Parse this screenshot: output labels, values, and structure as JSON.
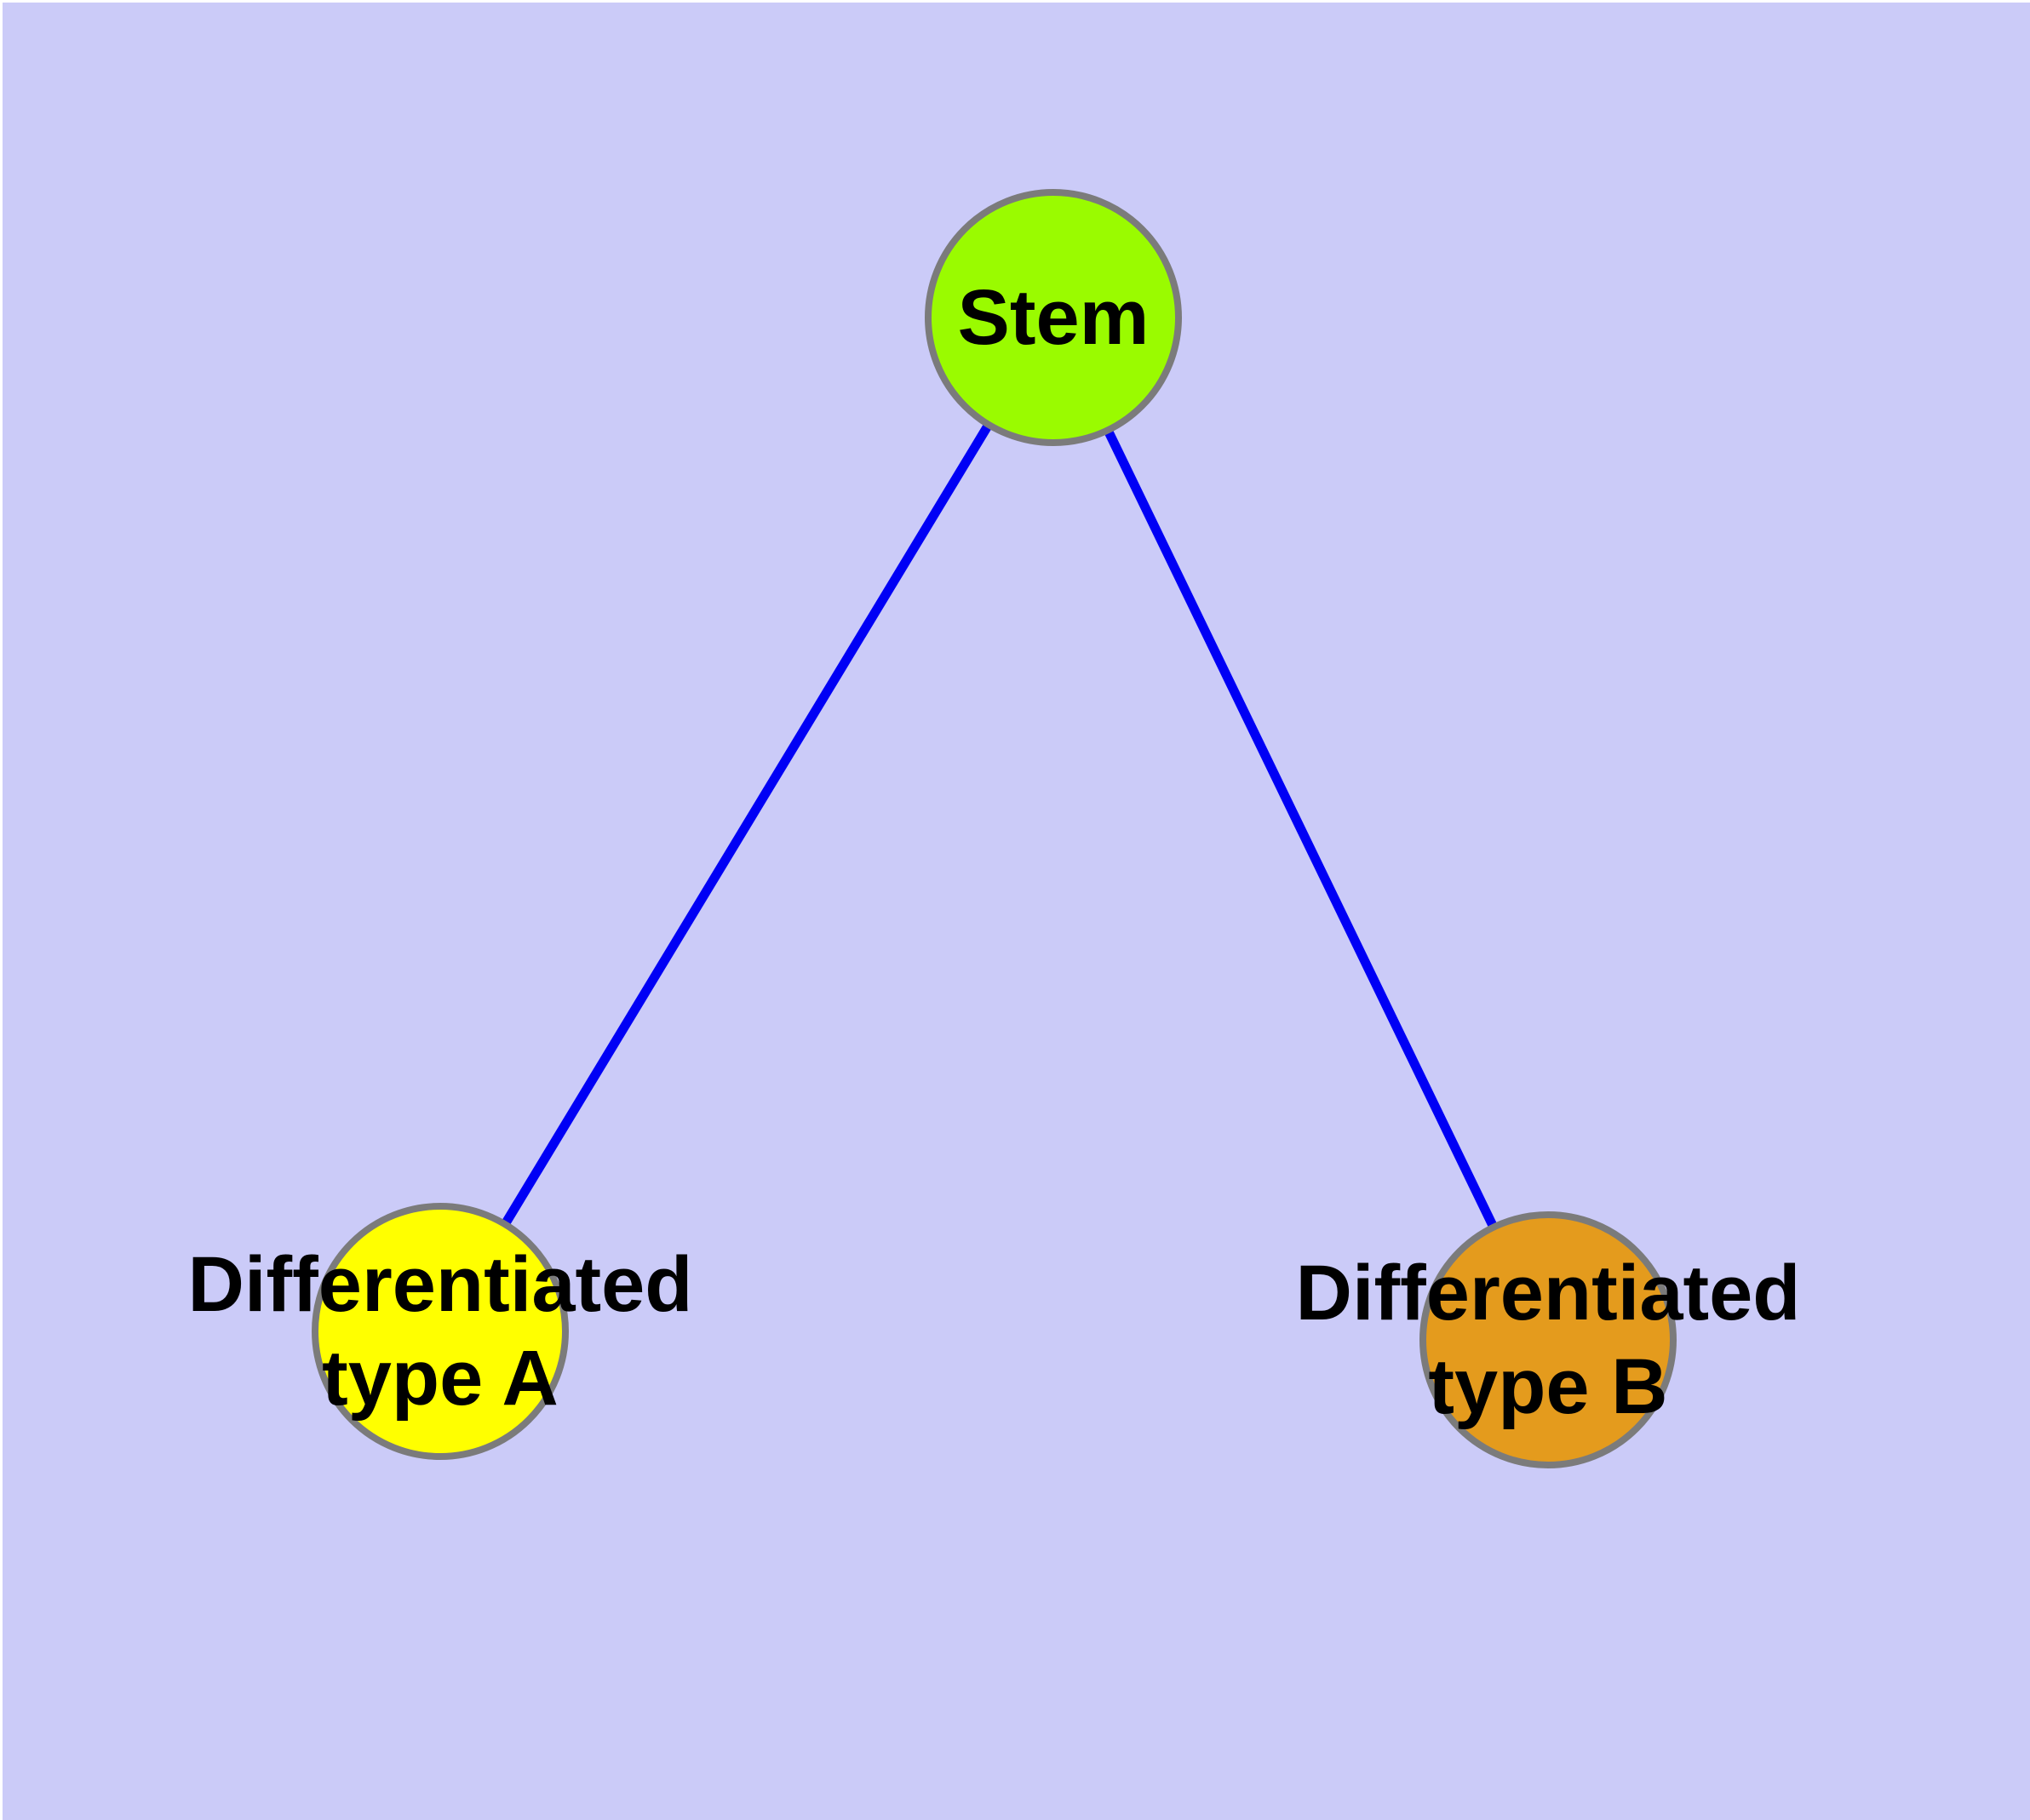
{
  "diagram": {
    "description": "Cell differentiation graph with one stem node and two differentiated cell type nodes",
    "background_color": "#CBCBF8",
    "frame_color": "#FFFFFF",
    "edge_color": "#0000F5",
    "node_border_color": "#7B7B7B",
    "label_color": "#000000",
    "nodes": [
      {
        "id": "stem",
        "lines": [
          "Stem"
        ],
        "fill_color": "#9AFB00"
      },
      {
        "id": "differentiated-type-a",
        "lines": [
          "Differentiated",
          "type A"
        ],
        "fill_color": "#FFFF00"
      },
      {
        "id": "differentiated-type-b",
        "lines": [
          "Differentiated",
          "type B"
        ],
        "fill_color": "#E49B1D"
      }
    ],
    "edges": [
      {
        "from": "stem",
        "to": "differentiated-type-a"
      },
      {
        "from": "stem",
        "to": "differentiated-type-b"
      }
    ]
  }
}
